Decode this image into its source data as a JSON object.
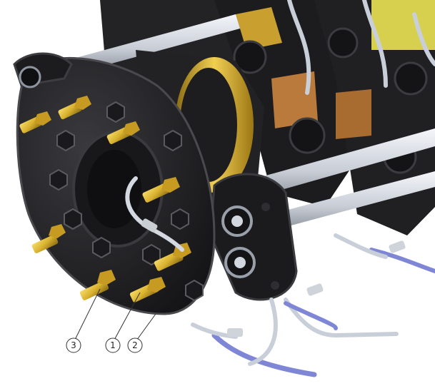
{
  "colors": {
    "background": "#ffffff",
    "body": "#2b2b2e",
    "body_dark": "#161618",
    "edge": "#454549",
    "brass": "#d9b22e",
    "brass_dark": "#8a6a12",
    "copper": "#b97a3c",
    "tube": "#c9cfd8",
    "tube_blue": "#7f86d6",
    "rod": "#dfe3ea",
    "yellow_plate": "#d7cf4e"
  },
  "callouts": [
    {
      "id": "callout-3",
      "label": "3"
    },
    {
      "id": "callout-1",
      "label": "1"
    },
    {
      "id": "callout-2",
      "label": "2"
    }
  ]
}
